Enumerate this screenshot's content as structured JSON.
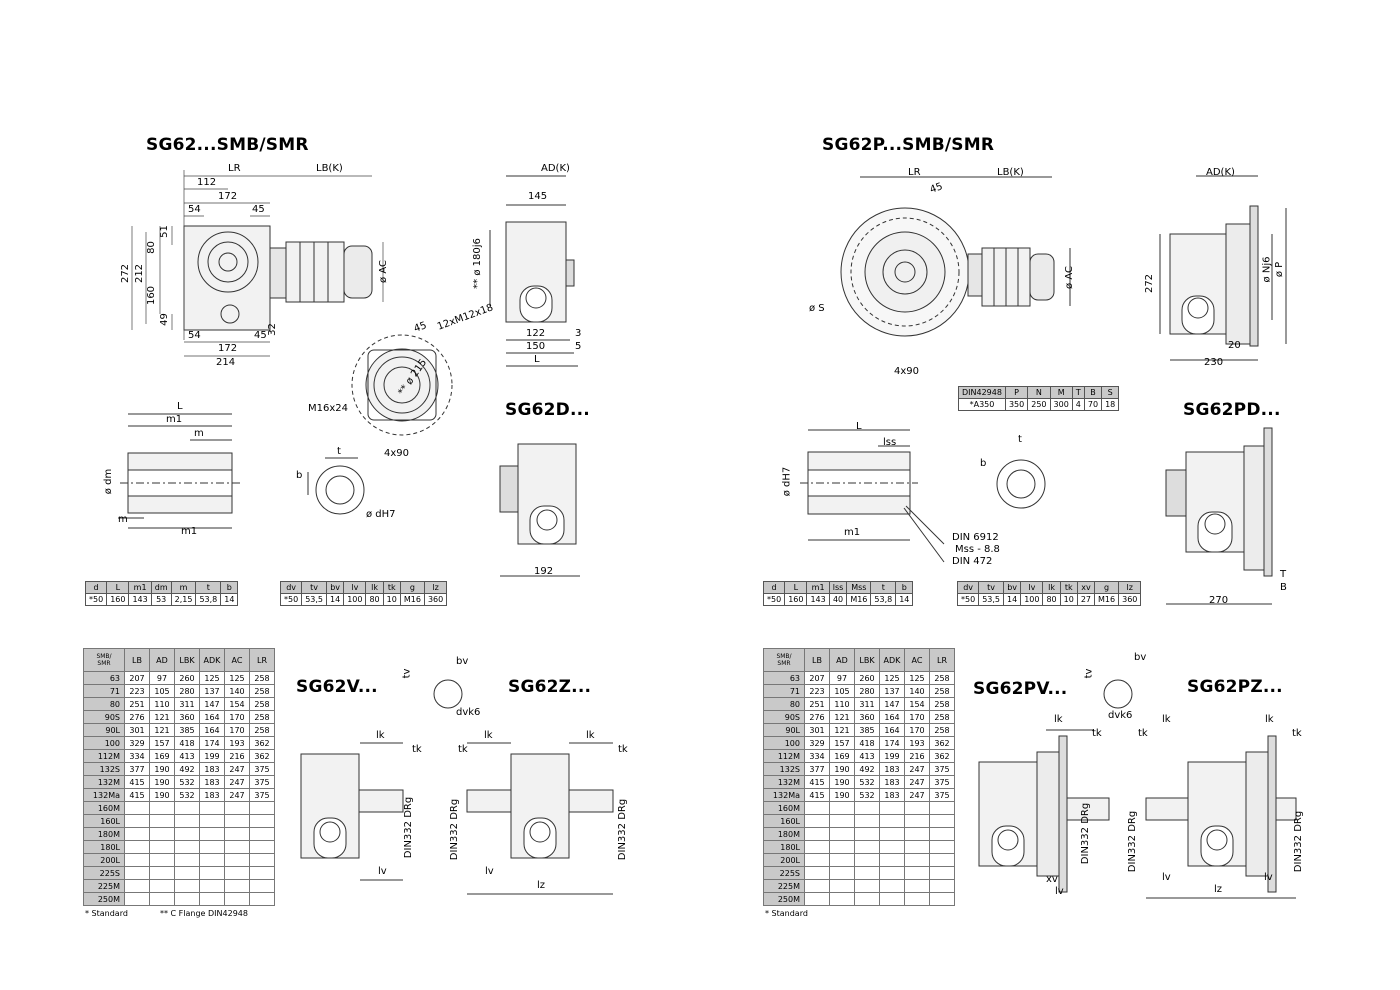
{
  "left": {
    "title": "SG62...SMB/SMR",
    "subtitle_d": "SG62D...",
    "subtitle_v": "SG62V...",
    "subtitle_z": "SG62Z...",
    "dims_main": [
      "LR",
      "LB(K)",
      "112",
      "172",
      "54",
      "45",
      "272",
      "212",
      "80",
      "51",
      "160",
      "49",
      "54",
      "172",
      "45",
      "32",
      "214",
      "ø AC"
    ],
    "dims_side": [
      "AD(K)",
      "145",
      "** ø 180j6",
      "122",
      "3",
      "150",
      "5",
      "L"
    ],
    "dims_flange": [
      "45",
      "12xM12x18",
      "** ø 215",
      "M16x24",
      "4x90"
    ],
    "dims_shaft": [
      "L",
      "m1",
      "m",
      "ø dm",
      "m",
      "m1"
    ],
    "dims_key": [
      "t",
      "b",
      "ø dH7"
    ],
    "dims_d": [
      "192"
    ],
    "dims_v": [
      "tv",
      "bv",
      "dvk6",
      "lk",
      "tk",
      "lv",
      "DIN332 DRg"
    ],
    "dims_z": [
      "tk",
      "lk",
      "lk",
      "tk",
      "DIN332 DRg",
      "DIN332 DRg",
      "lv",
      "lz"
    ],
    "table1": {
      "headers": [
        "d",
        "L",
        "m1",
        "dm",
        "m",
        "t",
        "b"
      ],
      "row": [
        "*50",
        "160",
        "143",
        "53",
        "2,15",
        "53,8",
        "14"
      ]
    },
    "table2": {
      "headers": [
        "dv",
        "tv",
        "bv",
        "lv",
        "lk",
        "tk",
        "g",
        "lz"
      ],
      "row": [
        "*50",
        "53,5",
        "14",
        "100",
        "80",
        "10",
        "M16",
        "360"
      ]
    },
    "motor": {
      "headers": [
        "SMB/\nSMR",
        "LB",
        "AD",
        "LBK",
        "ADK",
        "AC",
        "LR"
      ],
      "rows": [
        [
          "63",
          "207",
          "97",
          "260",
          "125",
          "125",
          "258"
        ],
        [
          "71",
          "223",
          "105",
          "280",
          "137",
          "140",
          "258"
        ],
        [
          "80",
          "251",
          "110",
          "311",
          "147",
          "154",
          "258"
        ],
        [
          "90S",
          "276",
          "121",
          "360",
          "164",
          "170",
          "258"
        ],
        [
          "90L",
          "301",
          "121",
          "385",
          "164",
          "170",
          "258"
        ],
        [
          "100",
          "329",
          "157",
          "418",
          "174",
          "193",
          "362"
        ],
        [
          "112M",
          "334",
          "169",
          "413",
          "199",
          "216",
          "362"
        ],
        [
          "132S",
          "377",
          "190",
          "492",
          "183",
          "247",
          "375"
        ],
        [
          "132M",
          "415",
          "190",
          "532",
          "183",
          "247",
          "375"
        ],
        [
          "132Ma",
          "415",
          "190",
          "532",
          "183",
          "247",
          "375"
        ],
        [
          "160M",
          "",
          "",
          "",
          "",
          "",
          ""
        ],
        [
          "160L",
          "",
          "",
          "",
          "",
          "",
          ""
        ],
        [
          "180M",
          "",
          "",
          "",
          "",
          "",
          ""
        ],
        [
          "180L",
          "",
          "",
          "",
          "",
          "",
          ""
        ],
        [
          "200L",
          "",
          "",
          "",
          "",
          "",
          ""
        ],
        [
          "225S",
          "",
          "",
          "",
          "",
          "",
          ""
        ],
        [
          "225M",
          "",
          "",
          "",
          "",
          "",
          ""
        ],
        [
          "250M",
          "",
          "",
          "",
          "",
          "",
          ""
        ]
      ]
    },
    "foot_standard": "* Standard",
    "foot_flange": "** C Flange DIN42948"
  },
  "right": {
    "title": "SG62P...SMB/SMR",
    "subtitle_d": "SG62PD...",
    "subtitle_v": "SG62PV...",
    "subtitle_z": "SG62PZ...",
    "dims_main": [
      "LR",
      "LB(K)",
      "45",
      "ø S",
      "4x90",
      "ø AC"
    ],
    "dims_side": [
      "AD(K)",
      "272",
      "ø Nj6",
      "ø P",
      "20",
      "230"
    ],
    "flange_table": {
      "headers": [
        "DIN42948",
        "P",
        "N",
        "M",
        "T",
        "B",
        "S"
      ],
      "row": [
        "*A350",
        "350",
        "250",
        "300",
        "4",
        "70",
        "18"
      ]
    },
    "dims_shaft": [
      "L",
      "lss",
      "ø dH7",
      "m1",
      "DIN 6912",
      "Mss - 8.8",
      "DIN 472"
    ],
    "dims_key": [
      "t",
      "b"
    ],
    "dims_d": [
      "T",
      "B",
      "270"
    ],
    "dims_v": [
      "tv",
      "bv",
      "dvk6",
      "lk",
      "tk",
      "DIN332 DRg",
      "xv",
      "lv"
    ],
    "dims_z": [
      "lk",
      "tk",
      "lk",
      "tk",
      "DIN332 DRg",
      "DIN332 DRg",
      "lv",
      "lv",
      "lz"
    ],
    "table1": {
      "headers": [
        "d",
        "L",
        "m1",
        "lss",
        "Mss",
        "t",
        "b"
      ],
      "row": [
        "*50",
        "160",
        "143",
        "40",
        "M16",
        "53,8",
        "14"
      ]
    },
    "table2": {
      "headers": [
        "dv",
        "tv",
        "bv",
        "lv",
        "lk",
        "tk",
        "xv",
        "g",
        "lz"
      ],
      "row": [
        "*50",
        "53,5",
        "14",
        "100",
        "80",
        "10",
        "27",
        "M16",
        "360"
      ]
    },
    "motor": {
      "headers": [
        "SMB/\nSMR",
        "LB",
        "AD",
        "LBK",
        "ADK",
        "AC",
        "LR"
      ],
      "rows": [
        [
          "63",
          "207",
          "97",
          "260",
          "125",
          "125",
          "258"
        ],
        [
          "71",
          "223",
          "105",
          "280",
          "137",
          "140",
          "258"
        ],
        [
          "80",
          "251",
          "110",
          "311",
          "147",
          "154",
          "258"
        ],
        [
          "90S",
          "276",
          "121",
          "360",
          "164",
          "170",
          "258"
        ],
        [
          "90L",
          "301",
          "121",
          "385",
          "164",
          "170",
          "258"
        ],
        [
          "100",
          "329",
          "157",
          "418",
          "174",
          "193",
          "362"
        ],
        [
          "112M",
          "334",
          "169",
          "413",
          "199",
          "216",
          "362"
        ],
        [
          "132S",
          "377",
          "190",
          "492",
          "183",
          "247",
          "375"
        ],
        [
          "132M",
          "415",
          "190",
          "532",
          "183",
          "247",
          "375"
        ],
        [
          "132Ma",
          "415",
          "190",
          "532",
          "183",
          "247",
          "375"
        ],
        [
          "160M",
          "",
          "",
          "",
          "",
          "",
          ""
        ],
        [
          "160L",
          "",
          "",
          "",
          "",
          "",
          ""
        ],
        [
          "180M",
          "",
          "",
          "",
          "",
          "",
          ""
        ],
        [
          "180L",
          "",
          "",
          "",
          "",
          "",
          ""
        ],
        [
          "200L",
          "",
          "",
          "",
          "",
          "",
          ""
        ],
        [
          "225S",
          "",
          "",
          "",
          "",
          "",
          ""
        ],
        [
          "225M",
          "",
          "",
          "",
          "",
          "",
          ""
        ],
        [
          "250M",
          "",
          "",
          "",
          "",
          "",
          ""
        ]
      ]
    },
    "foot_standard": "* Standard"
  }
}
